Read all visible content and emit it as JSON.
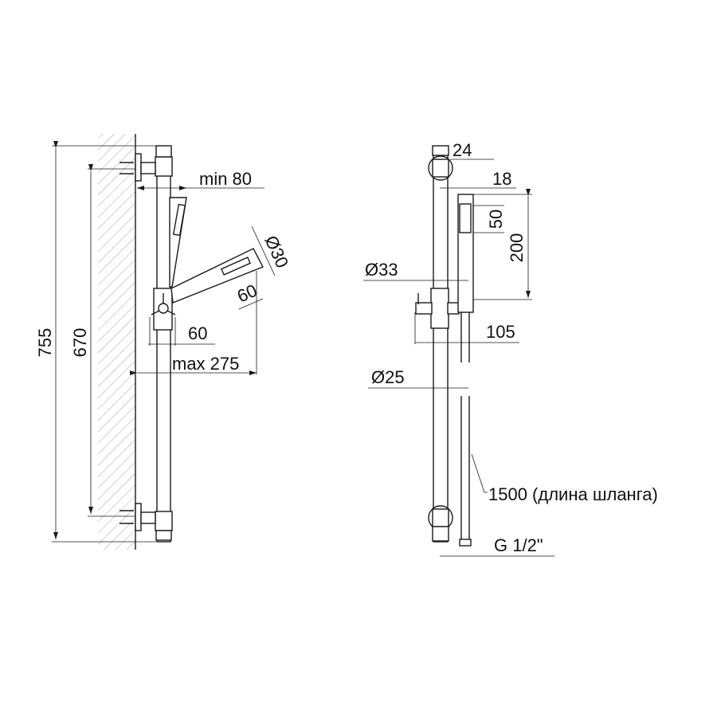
{
  "drawing": {
    "title": "Shower rail set dimension drawing",
    "colors": {
      "line": "#1a1a1a",
      "hatch": "#9a9a9a",
      "background": "#ffffff"
    },
    "side_view": {
      "dims": {
        "overall_height": "755",
        "bracket_spacing": "670",
        "min_wall_offset": "min 80",
        "head_diameter": "Ø30",
        "head_spray_length": "60",
        "slider_width": "60",
        "max_reach": "max 275"
      }
    },
    "front_view": {
      "dims": {
        "bracket_offset": "24",
        "handset_width": "18",
        "spray_face_height": "50",
        "handset_length": "200",
        "slider_diameter": "Ø33",
        "slider_depth": "105",
        "rail_diameter": "Ø25",
        "hose_length": "1500 (длина шланга)",
        "hose_thread": "G 1/2\""
      }
    }
  }
}
